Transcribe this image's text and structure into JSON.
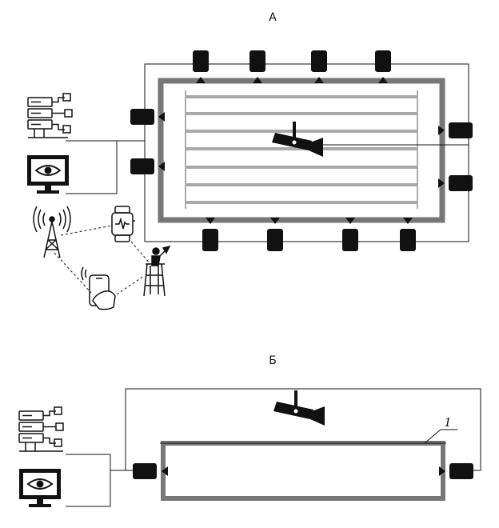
{
  "figure": {
    "panel_a": {
      "label": "А"
    },
    "panel_b": {
      "label": "Б",
      "callout": "1"
    }
  },
  "colors": {
    "stroke": "#111111",
    "pool_frame": "#777777",
    "lane_rope": "#a9a9a9",
    "device_fill": "#111111"
  },
  "icons": [
    "server-icon",
    "monitor-eye-icon",
    "cell-tower-icon",
    "smartwatch-icon",
    "smartphone-icon",
    "lifeguard-chair-icon",
    "camera-icon",
    "underwater-sensor-icon"
  ]
}
